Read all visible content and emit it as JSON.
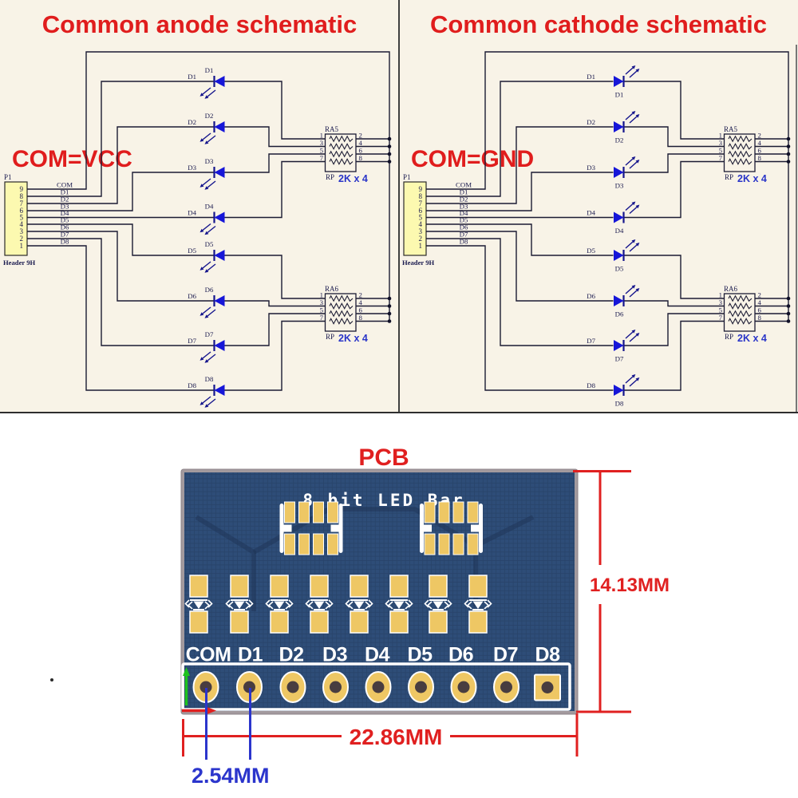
{
  "page": {
    "background": "#ffffff",
    "schematic_background": "#f8f3e7"
  },
  "schematics": {
    "panes": [
      {
        "title": "Common anode schematic",
        "com_label": "COM=VCC",
        "led_direction": "left"
      },
      {
        "title": "Common cathode schematic",
        "com_label": "COM=GND",
        "led_direction": "right"
      }
    ],
    "header": {
      "refdes": "P1",
      "name": "Header 9H",
      "pin_numbers": [
        "9",
        "8",
        "7",
        "6",
        "5",
        "4",
        "3",
        "2",
        "1"
      ],
      "net_labels": [
        "COM",
        "D1",
        "D2",
        "D3",
        "D4",
        "D5",
        "D6",
        "D7",
        "D8"
      ]
    },
    "led_labels": [
      "D1",
      "D2",
      "D3",
      "D4",
      "D5",
      "D6",
      "D7",
      "D8"
    ],
    "resistor_packs": [
      {
        "refdes": "RA5",
        "part": "RP",
        "value": "2K x 4",
        "left_pins": [
          "1",
          "3",
          "5",
          "7"
        ],
        "right_pins": [
          "2",
          "4",
          "6",
          "8"
        ]
      },
      {
        "refdes": "RA6",
        "part": "RP",
        "value": "2K x 4",
        "left_pins": [
          "1",
          "3",
          "5",
          "7"
        ],
        "right_pins": [
          "2",
          "4",
          "6",
          "8"
        ]
      }
    ],
    "colors": {
      "wire": "#1b1b33",
      "text": "#1a1a4e",
      "led": "#1616d8",
      "led_bar": "#14148c",
      "header_fill": "#fcf9b0",
      "accent_red": "#e01d1d",
      "value_blue": "#2a35c8"
    }
  },
  "pcb": {
    "title": "PCB",
    "silkscreen_title": "8 bit LED Bar",
    "pad_labels": [
      "COM",
      "D1",
      "D2",
      "D3",
      "D4",
      "D5",
      "D6",
      "D7",
      "D8"
    ],
    "dimensions": {
      "height": "14.13MM",
      "width": "22.86MM",
      "pitch": "2.54MM"
    },
    "colors": {
      "board": "#2e4d78",
      "board_edge": "#a39a9e",
      "pad": "#eec764",
      "hole": "#483d40",
      "silk": "#ffffff",
      "dim_red": "#e02020",
      "dim_blue": "#2b35cc",
      "axis_green": "#1ec21e",
      "axis_red": "#e02020"
    }
  }
}
